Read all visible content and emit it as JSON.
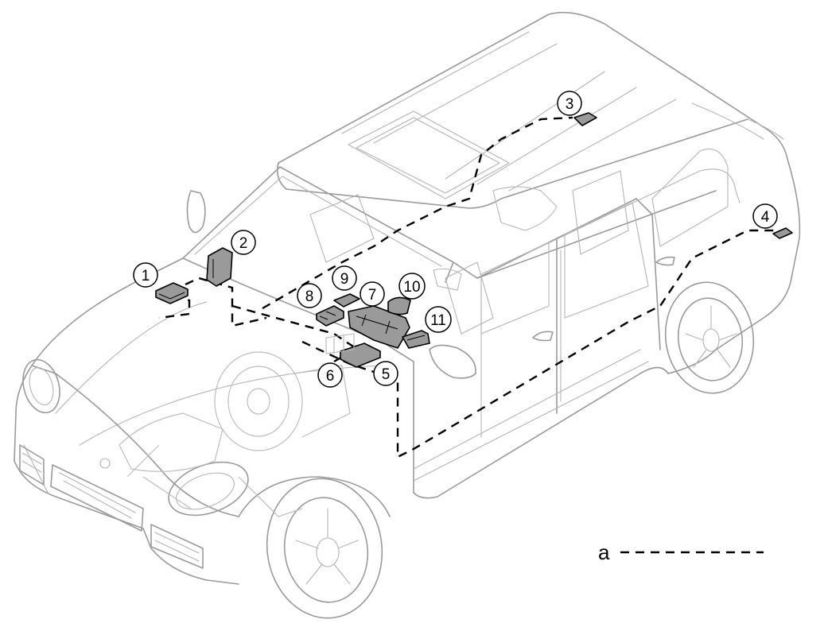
{
  "callouts": [
    {
      "label": "1"
    },
    {
      "label": "2"
    },
    {
      "label": "3"
    },
    {
      "label": "4"
    },
    {
      "label": "5"
    },
    {
      "label": "6"
    },
    {
      "label": "7"
    },
    {
      "label": "8"
    },
    {
      "label": "9"
    },
    {
      "label": "10"
    },
    {
      "label": "11"
    }
  ],
  "legend": {
    "label": "a"
  },
  "colors": {
    "vehicle_outline": "#9a9a9a",
    "bus_line": "#000000",
    "control_unit_fill": "#9a9a9a"
  }
}
